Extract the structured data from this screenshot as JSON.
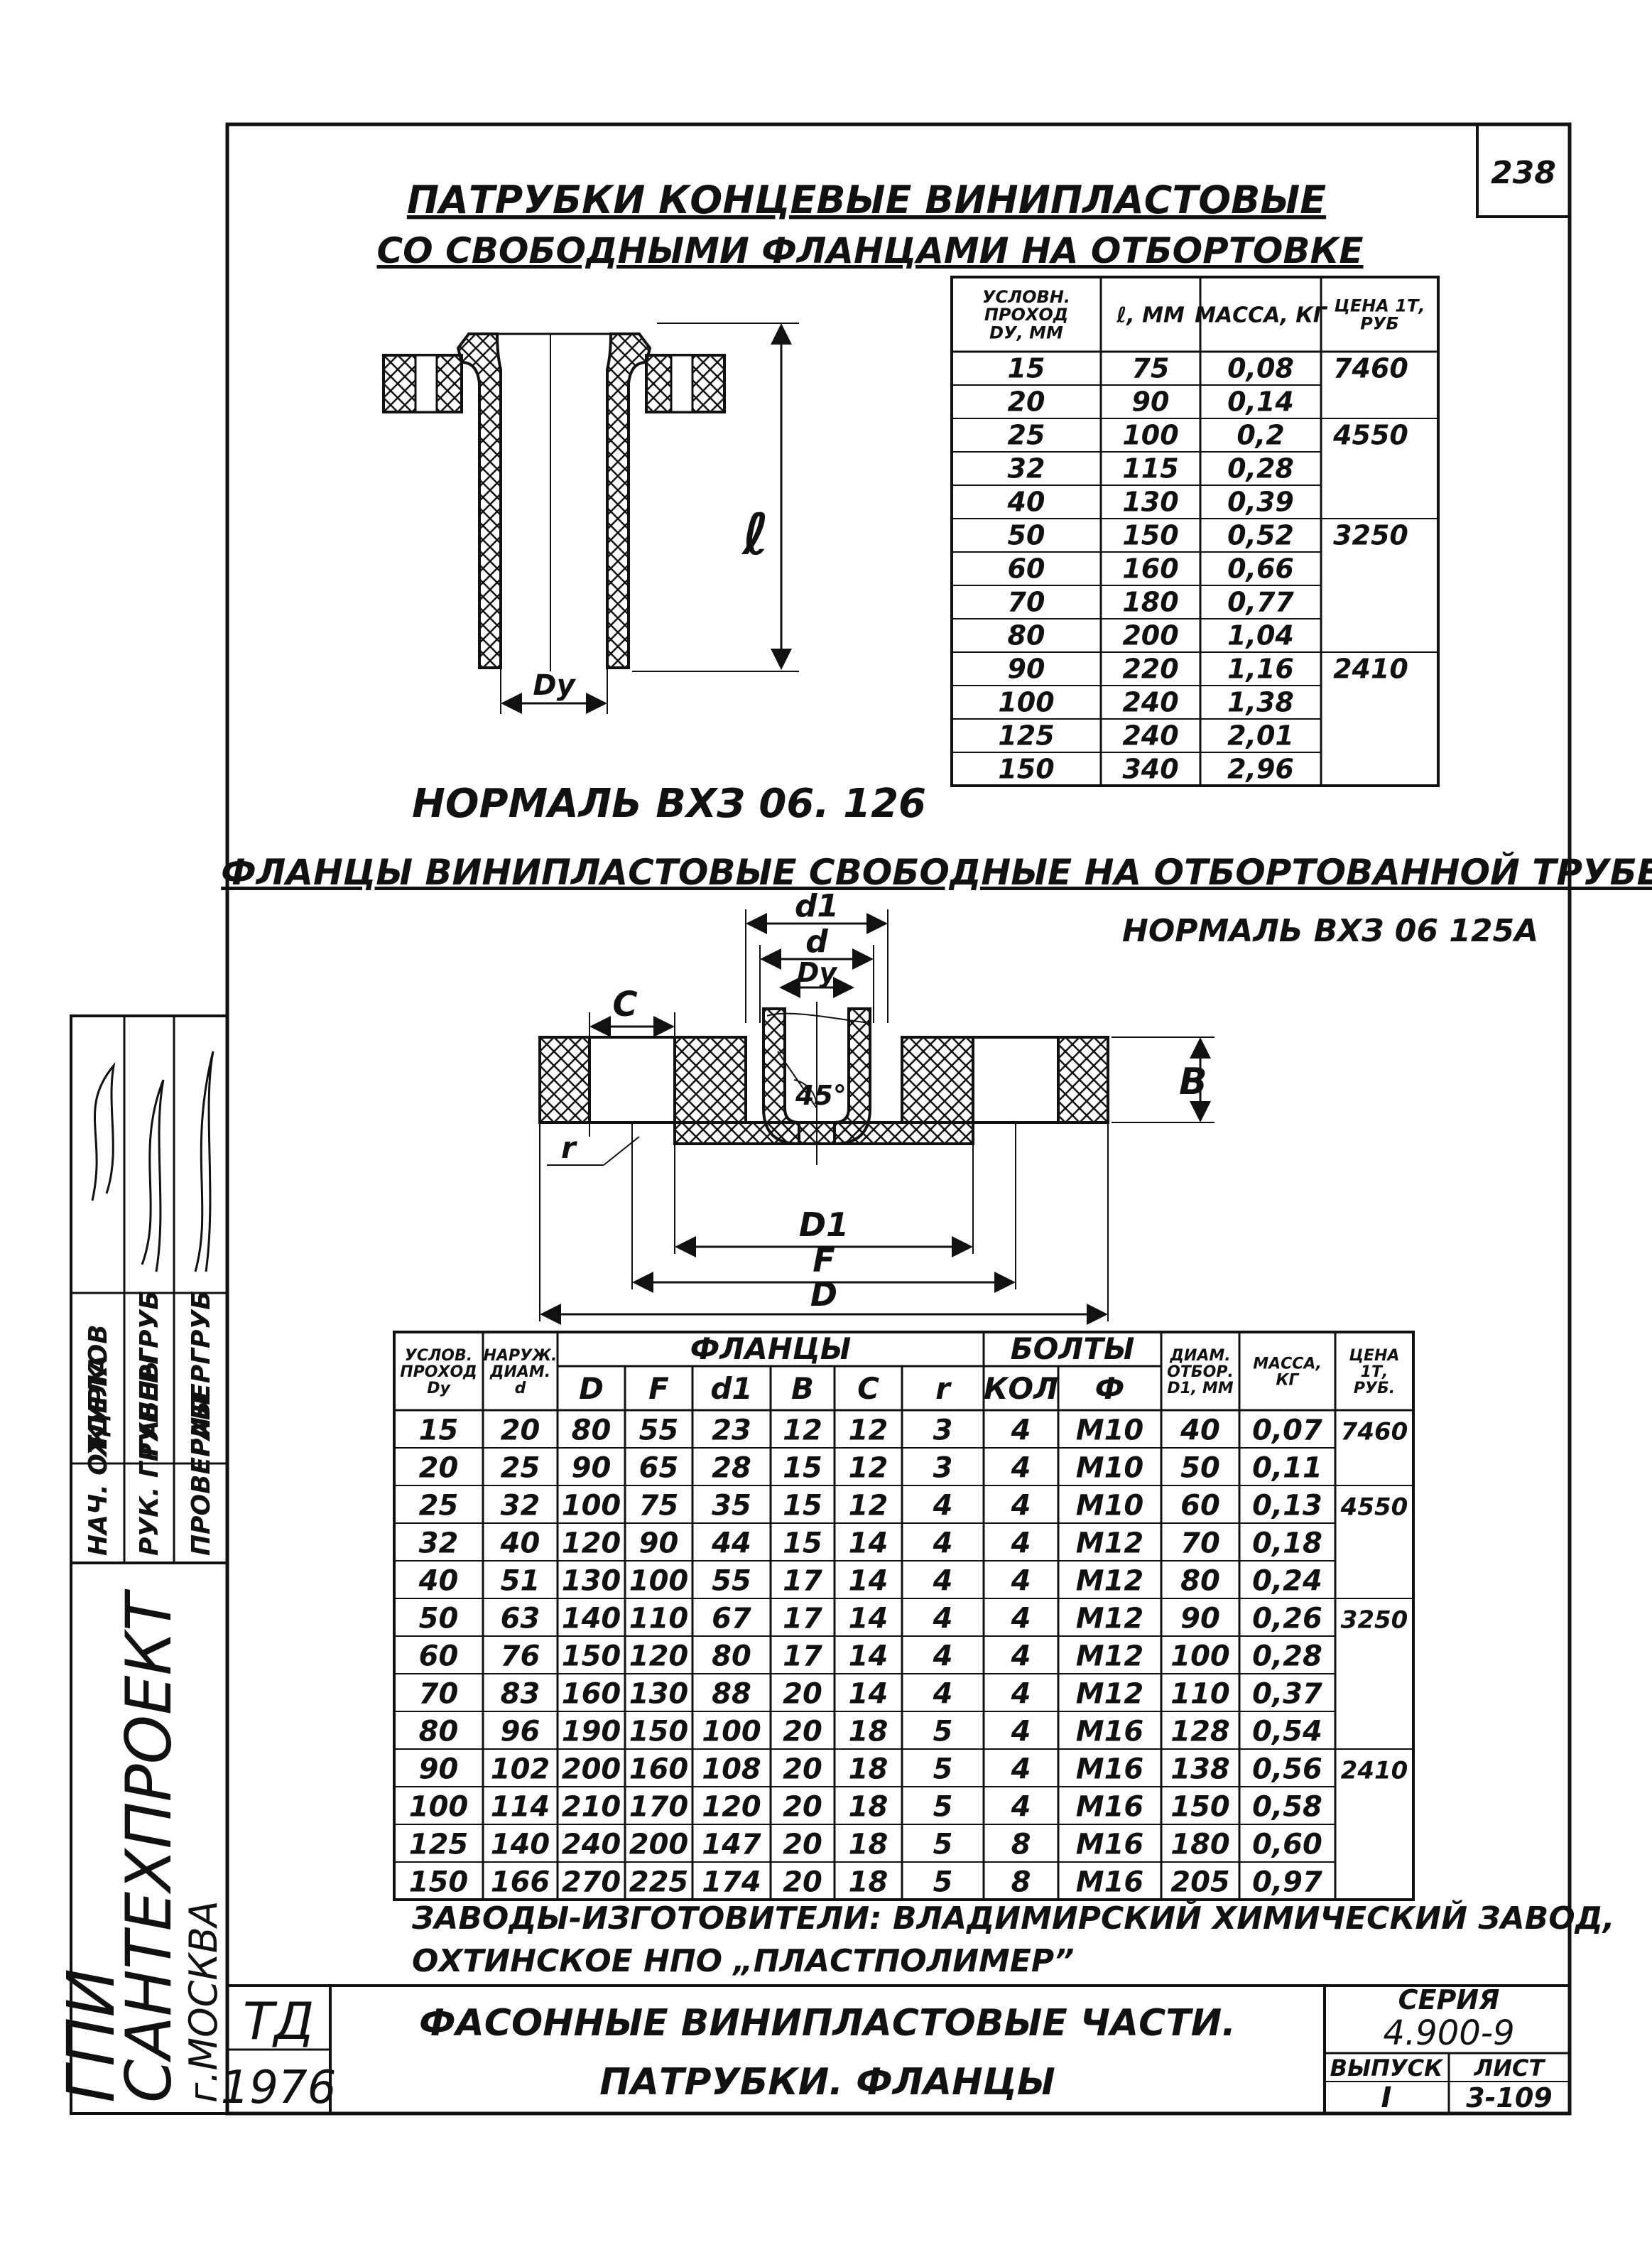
{
  "sheet_number": "238",
  "section1": {
    "title_line1": "ПАТРУБКИ КОНЦЕВЫЕ ВИНИПЛАСТОВЫЕ",
    "title_line2": "СО СВОБОДНЫМИ ФЛАНЦАМИ НА ОТБОРТОВКЕ",
    "normal": "НОРМАЛЬ ВХЗ 06. 126",
    "drawing_labels": {
      "length": "ℓ",
      "diameter": "Dy"
    },
    "table": {
      "headers": [
        "УСЛОВН.\nПРОХОД\nDУ, ММ",
        "ℓ, ММ",
        "МАССА, КГ",
        "ЦЕНА 1Т,\nРУБ"
      ],
      "rows": [
        [
          "15",
          "75",
          "0,08",
          "7460"
        ],
        [
          "20",
          "90",
          "0,14",
          ""
        ],
        [
          "25",
          "100",
          "0,2",
          "4550"
        ],
        [
          "32",
          "115",
          "0,28",
          ""
        ],
        [
          "40",
          "130",
          "0,39",
          ""
        ],
        [
          "50",
          "150",
          "0,52",
          "3250"
        ],
        [
          "60",
          "160",
          "0,66",
          ""
        ],
        [
          "70",
          "180",
          "0,77",
          ""
        ],
        [
          "80",
          "200",
          "1,04",
          ""
        ],
        [
          "90",
          "220",
          "1,16",
          "2410"
        ],
        [
          "100",
          "240",
          "1,38",
          ""
        ],
        [
          "125",
          "240",
          "2,01",
          ""
        ],
        [
          "150",
          "340",
          "2,96",
          ""
        ]
      ]
    }
  },
  "section2": {
    "title": "ФЛАНЦЫ ВИНИПЛАСТОВЫЕ СВОБОДНЫЕ НА ОТБОРТОВАННОЙ ТРУБЕ",
    "normal": "НОРМАЛЬ ВХЗ 06 125А",
    "drawing_labels": {
      "d1": "d1",
      "d": "d",
      "dy": "Dy",
      "c": "C",
      "angle": "45°",
      "b": "B",
      "r": "r",
      "D1": "D1",
      "F": "F",
      "D": "D"
    },
    "table": {
      "group_headers": {
        "flanges": "ФЛАНЦЫ",
        "bolts": "БОЛТЫ"
      },
      "headers": [
        "УСЛОВ.\nПРОХОД\nDy",
        "НАРУЖ.\nДИАМ.\nd",
        "D",
        "F",
        "d1",
        "B",
        "C",
        "r",
        "КОЛ",
        "Ф",
        "ДИАМ.\nОТБОР.\nD1, ММ",
        "МАССА,\nКГ",
        "ЦЕНА\n1Т,\nРУБ."
      ],
      "rows": [
        [
          "15",
          "20",
          "80",
          "55",
          "23",
          "12",
          "12",
          "3",
          "4",
          "M10",
          "40",
          "0,07",
          "7460"
        ],
        [
          "20",
          "25",
          "90",
          "65",
          "28",
          "15",
          "12",
          "3",
          "4",
          "M10",
          "50",
          "0,11",
          ""
        ],
        [
          "25",
          "32",
          "100",
          "75",
          "35",
          "15",
          "12",
          "4",
          "4",
          "M10",
          "60",
          "0,13",
          "4550"
        ],
        [
          "32",
          "40",
          "120",
          "90",
          "44",
          "15",
          "14",
          "4",
          "4",
          "M12",
          "70",
          "0,18",
          ""
        ],
        [
          "40",
          "51",
          "130",
          "100",
          "55",
          "17",
          "14",
          "4",
          "4",
          "M12",
          "80",
          "0,24",
          ""
        ],
        [
          "50",
          "63",
          "140",
          "110",
          "67",
          "17",
          "14",
          "4",
          "4",
          "M12",
          "90",
          "0,26",
          "3250"
        ],
        [
          "60",
          "76",
          "150",
          "120",
          "80",
          "17",
          "14",
          "4",
          "4",
          "M12",
          "100",
          "0,28",
          ""
        ],
        [
          "70",
          "83",
          "160",
          "130",
          "88",
          "20",
          "14",
          "4",
          "4",
          "M12",
          "110",
          "0,37",
          ""
        ],
        [
          "80",
          "96",
          "190",
          "150",
          "100",
          "20",
          "18",
          "5",
          "4",
          "M16",
          "128",
          "0,54",
          ""
        ],
        [
          "90",
          "102",
          "200",
          "160",
          "108",
          "20",
          "18",
          "5",
          "4",
          "M16",
          "138",
          "0,56",
          "2410"
        ],
        [
          "100",
          "114",
          "210",
          "170",
          "120",
          "20",
          "18",
          "5",
          "4",
          "M16",
          "150",
          "0,58",
          ""
        ],
        [
          "125",
          "140",
          "240",
          "200",
          "147",
          "20",
          "18",
          "5",
          "8",
          "M16",
          "180",
          "0,60",
          ""
        ],
        [
          "150",
          "166",
          "270",
          "225",
          "174",
          "20",
          "18",
          "5",
          "8",
          "M16",
          "205",
          "0,97",
          ""
        ]
      ]
    }
  },
  "manufacturers_line1": "ЗАВОДЫ-ИЗГОТОВИТЕЛИ: ВЛАДИМИРСКИЙ ХИМИЧЕСКИЙ ЗАВОД,",
  "manufacturers_line2": "ОХТИНСКОЕ НПО „ПЛАСТПОЛИМЕР”",
  "side_block": {
    "org1": "ГПИ",
    "org2": "САНТЕХПРОЕКТ",
    "city": "г.МОСКВА",
    "roles": [
      "НАЧ. ОТДЕЛА",
      "РУК. ГРУППЫ",
      "ПРОВЕРИЛ"
    ],
    "names": [
      "ЖУРКОВ",
      "ГАБЕРГРУБ",
      "ГАБЕРГРУБ"
    ]
  },
  "title_block": {
    "code_top": "ТД",
    "code_year": "1976",
    "title_line1": "ФАСОННЫЕ ВИНИПЛАСТОВЫЕ ЧАСТИ.",
    "title_line2": "ПАТРУБКИ. ФЛАНЦЫ",
    "series_label": "СЕРИЯ",
    "series_value": "4.900-9",
    "issue_label": "ВЫПУСК",
    "issue_value": "I",
    "sheet_label": "ЛИСТ",
    "sheet_value": "3-109"
  },
  "colors": {
    "ink": "#111111",
    "paper": "#ffffff"
  }
}
